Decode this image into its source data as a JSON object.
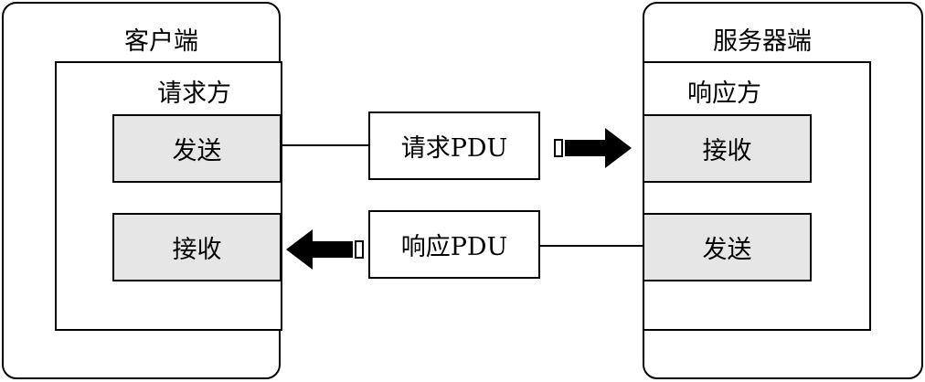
{
  "client": {
    "title": "客户端",
    "role": "请求方",
    "send": "发送",
    "receive": "接收"
  },
  "server": {
    "title": "服务器端",
    "role": "响应方",
    "receive": "接收",
    "send": "发送"
  },
  "messages": {
    "request": "请求PDU",
    "response": "响应PDU"
  }
}
